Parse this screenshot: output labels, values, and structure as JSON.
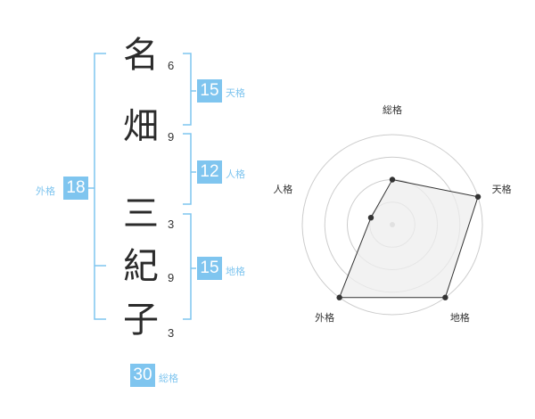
{
  "name": {
    "chars": [
      {
        "char": "名",
        "strokes": "6"
      },
      {
        "char": "畑",
        "strokes": "9"
      },
      {
        "char": "三",
        "strokes": "3"
      },
      {
        "char": "紀",
        "strokes": "9"
      },
      {
        "char": "子",
        "strokes": "3"
      }
    ]
  },
  "fortunes": {
    "tenkaku": {
      "value": "15",
      "label": "天格"
    },
    "jinkaku": {
      "value": "12",
      "label": "人格"
    },
    "chikaku": {
      "value": "15",
      "label": "地格"
    },
    "gaikaku": {
      "value": "18",
      "label": "外格"
    },
    "soukaku": {
      "value": "30",
      "label": "総格"
    }
  },
  "chart_data": {
    "type": "radar",
    "axes": [
      "総格",
      "天格",
      "地格",
      "外格",
      "人格"
    ],
    "values": [
      2,
      4,
      4,
      4,
      1
    ],
    "rmax": 4,
    "rings": 4,
    "colors": {
      "fill": "#eeeeee",
      "stroke": "#333333",
      "grid": "#cccccc"
    }
  },
  "colors": {
    "accent": "#7fc5ef"
  }
}
